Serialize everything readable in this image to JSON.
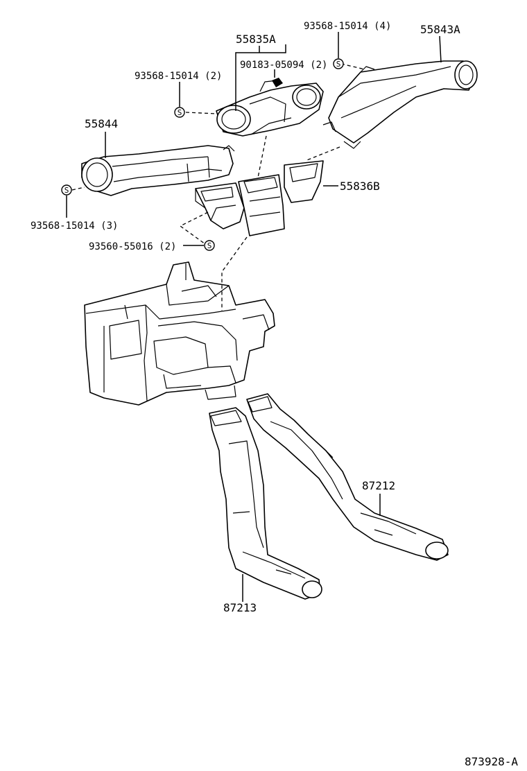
{
  "labels": {
    "p55835A": "55835A",
    "p90183": "90183-05094 (2)",
    "p93568_top_right": "93568-15014 (4)",
    "p55843A": "55843A",
    "p93568_mid_left": "93568-15014 (2)",
    "p55844": "55844",
    "p55836B": "55836B",
    "p93568_left": "93568-15014 (3)",
    "p93560": "93560-55016 (2)",
    "p87212": "87212",
    "p87213": "87213",
    "drawing_no": "873928-A"
  },
  "screw_symbol": "S"
}
